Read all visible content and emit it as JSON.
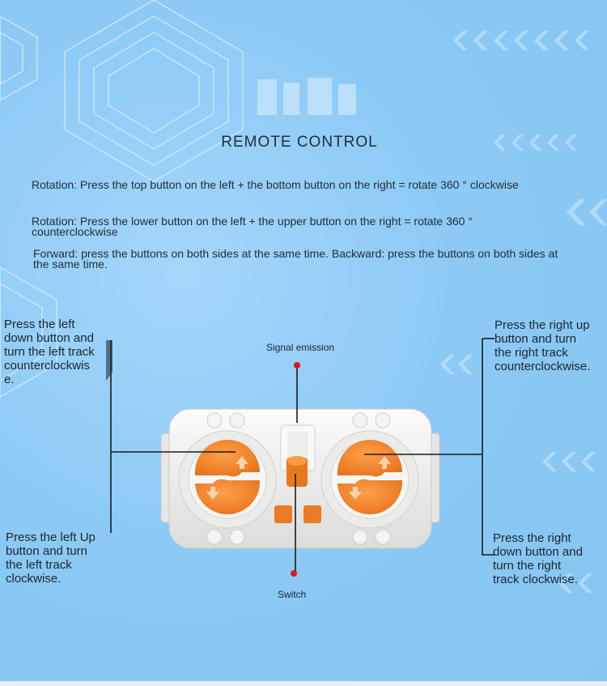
{
  "title": "REMOTE CONTROL",
  "descriptions": [
    "Rotation: Press the top button on the left + the bottom button on the right = rotate 360 ° clockwise",
    "Rotation: Press the lower button on the left + the upper button on the right = rotate 360 ° counterclockwise",
    "Forward: press the buttons on both sides at the same time. Backward: press the buttons on both sides at the same time."
  ],
  "callouts": {
    "top_left": "Press the left\ndown button and\nturn the left track\ncounterclockwis\ne.",
    "bottom_left": "Press the left Up\nbutton and turn\nthe left track\nclockwise.",
    "top_right": "Press the right up\nbutton and turn\nthe right track\ncounterclockwise.",
    "bottom_right": "Press the right\ndown button and\nturn the right\ntrack clockwise."
  },
  "labels": {
    "signal": "Signal emission",
    "switch": "Switch"
  },
  "colors": {
    "background": "#8cc9f4",
    "remote_body": "#f2f2f0",
    "button_orange": "#f07e22",
    "marker_red": "#e0141c"
  }
}
